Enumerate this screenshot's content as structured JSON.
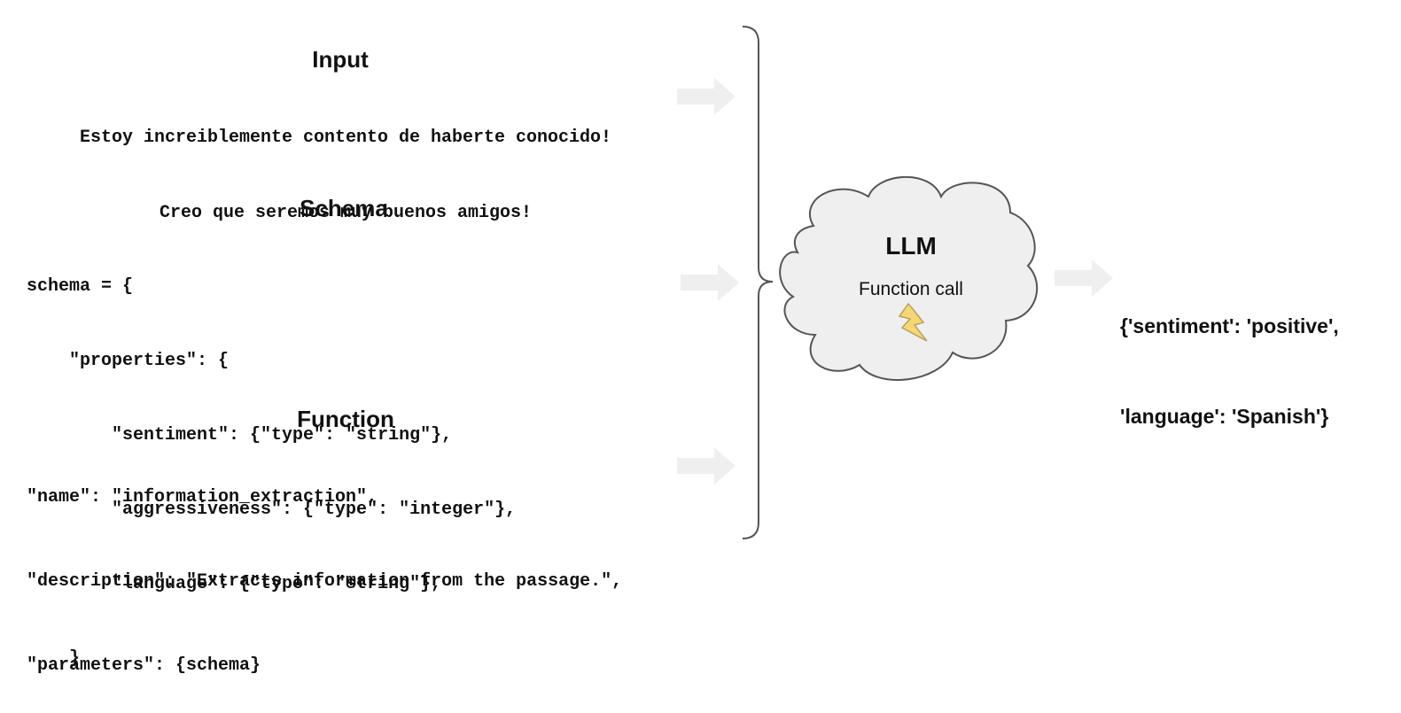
{
  "input": {
    "title": "Input",
    "lines": [
      "Estoy increiblemente contento de haberte conocido!",
      "Creo que seremos muy buenos amigos!"
    ]
  },
  "schema": {
    "title": "Schema",
    "lines": [
      "schema = {",
      "    \"properties\": {",
      "        \"sentiment\": {\"type\": \"string\"},",
      "        \"aggressiveness\": {\"type\": \"integer\"},",
      "        \"language\": {\"type\": \"string\"},",
      "    }"
    ]
  },
  "function": {
    "title": "Function",
    "lines": [
      "\"name\": \"information_extraction\",",
      "\"description\": \"Extracts information from the passage.\",",
      "\"parameters\": {schema}"
    ]
  },
  "llm": {
    "title": "LLM",
    "subtitle": "Function call",
    "icon": "lightning-icon"
  },
  "output": {
    "lines": [
      "{'sentiment': 'positive',",
      "'language': 'Spanish'}"
    ]
  },
  "colors": {
    "arrow": "#efefef",
    "cloud_fill": "#efefef",
    "cloud_stroke": "#555555",
    "brace": "#555555",
    "lightning_fill": "#f6d873",
    "lightning_stroke": "#b8a060"
  }
}
